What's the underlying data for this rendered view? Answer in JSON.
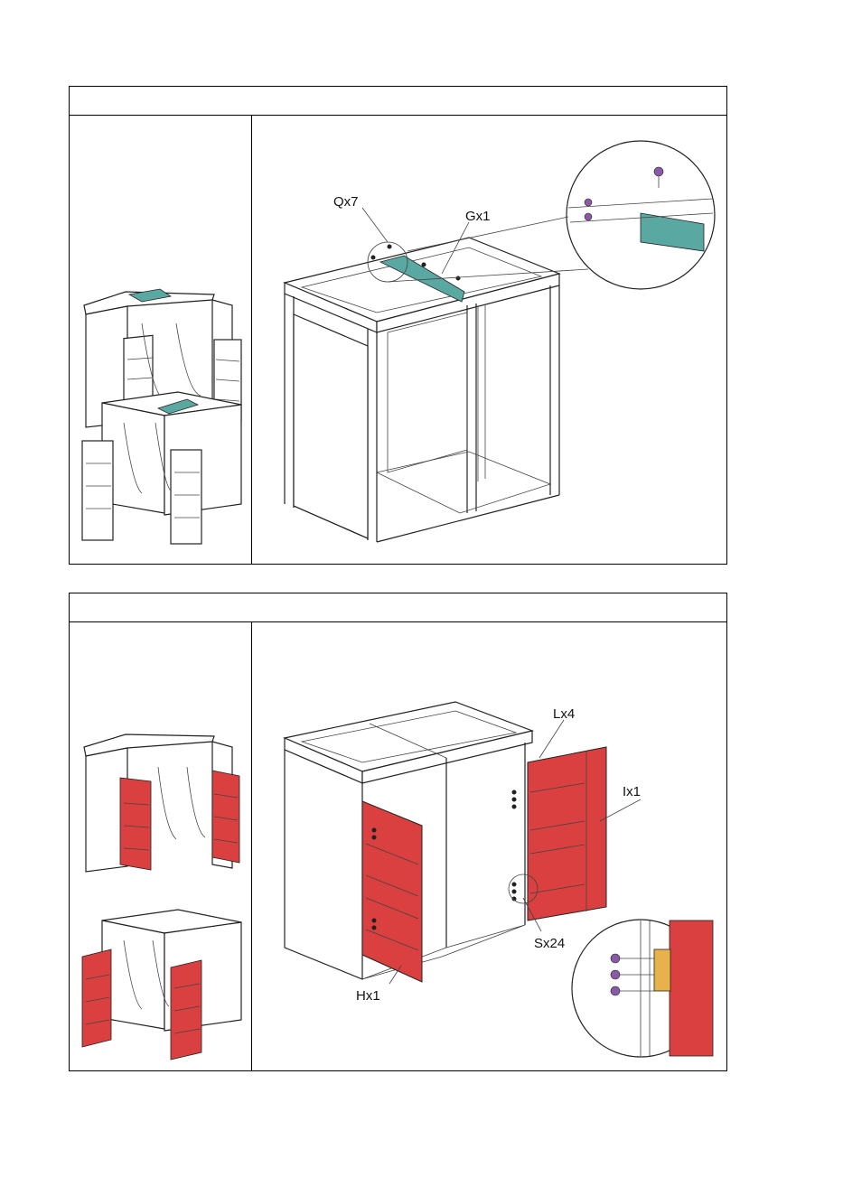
{
  "steps": [
    {
      "header": "",
      "labels": {
        "q": "Qx7",
        "g": "Gx1"
      },
      "part_color": "#5aa8a2"
    },
    {
      "header": "",
      "labels": {
        "l": "Lx4",
        "i": "Ix1",
        "s": "Sx24",
        "h": "Hx1"
      },
      "part_color": "#d9403f",
      "hinge_color": "#e7b24c",
      "screw_color": "#8a5aa8"
    }
  ]
}
